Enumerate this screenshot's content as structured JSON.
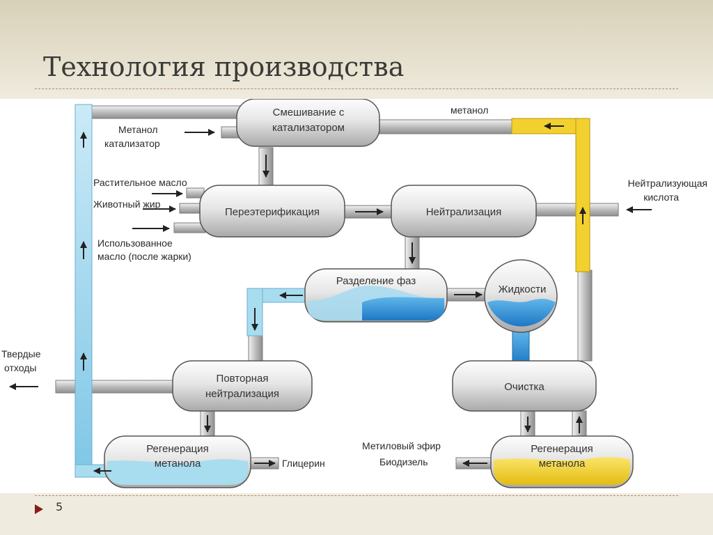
{
  "slide": {
    "title": "Технология производства",
    "page_number": "5"
  },
  "colors": {
    "title_band": "#d8d1b8",
    "divider": "#b58a6e",
    "bullet": "#8a1c1c",
    "methanol_recycle_line": "#a8dcef",
    "methanol_input_line": "#f2d030",
    "glycerol_liquid": "#2f8fd4",
    "biodiesel_liquid": "#f2d030"
  },
  "processes": {
    "mixing_l1": "Смешивание с",
    "mixing_l2": "катализатором",
    "transesterification": "Переэтерификация",
    "neutralization": "Нейтрализация",
    "phase_separation": "Разделение фаз",
    "liquids": "Жидкости",
    "re_neutralization_l1": "Повторная",
    "re_neutralization_l2": "нейтрализация",
    "purification": "Очистка",
    "regen_left_l1": "Регенерация",
    "regen_left_l2": "метанола",
    "regen_right_l1": "Регенерация",
    "regen_right_l2": "метанола"
  },
  "labels": {
    "methanol_top": "метанол",
    "methanol_l1": "Метанол",
    "methanol_l2": "катализатор",
    "vegetable_oil": "Растительное масло",
    "animal_fat": "Животный жир",
    "used_oil_l1": "Использованное",
    "used_oil_l2": "масло (после жарки)",
    "neutralizing_acid_l1": "Нейтрализующая",
    "neutralizing_acid_l2": "кислота",
    "solid_waste_l1": "Твердые",
    "solid_waste_l2": "отходы",
    "glycerin": "Глицерин",
    "methyl_ester_l1": "Метиловый эфир",
    "methyl_ester_l2": "Биодизель"
  }
}
